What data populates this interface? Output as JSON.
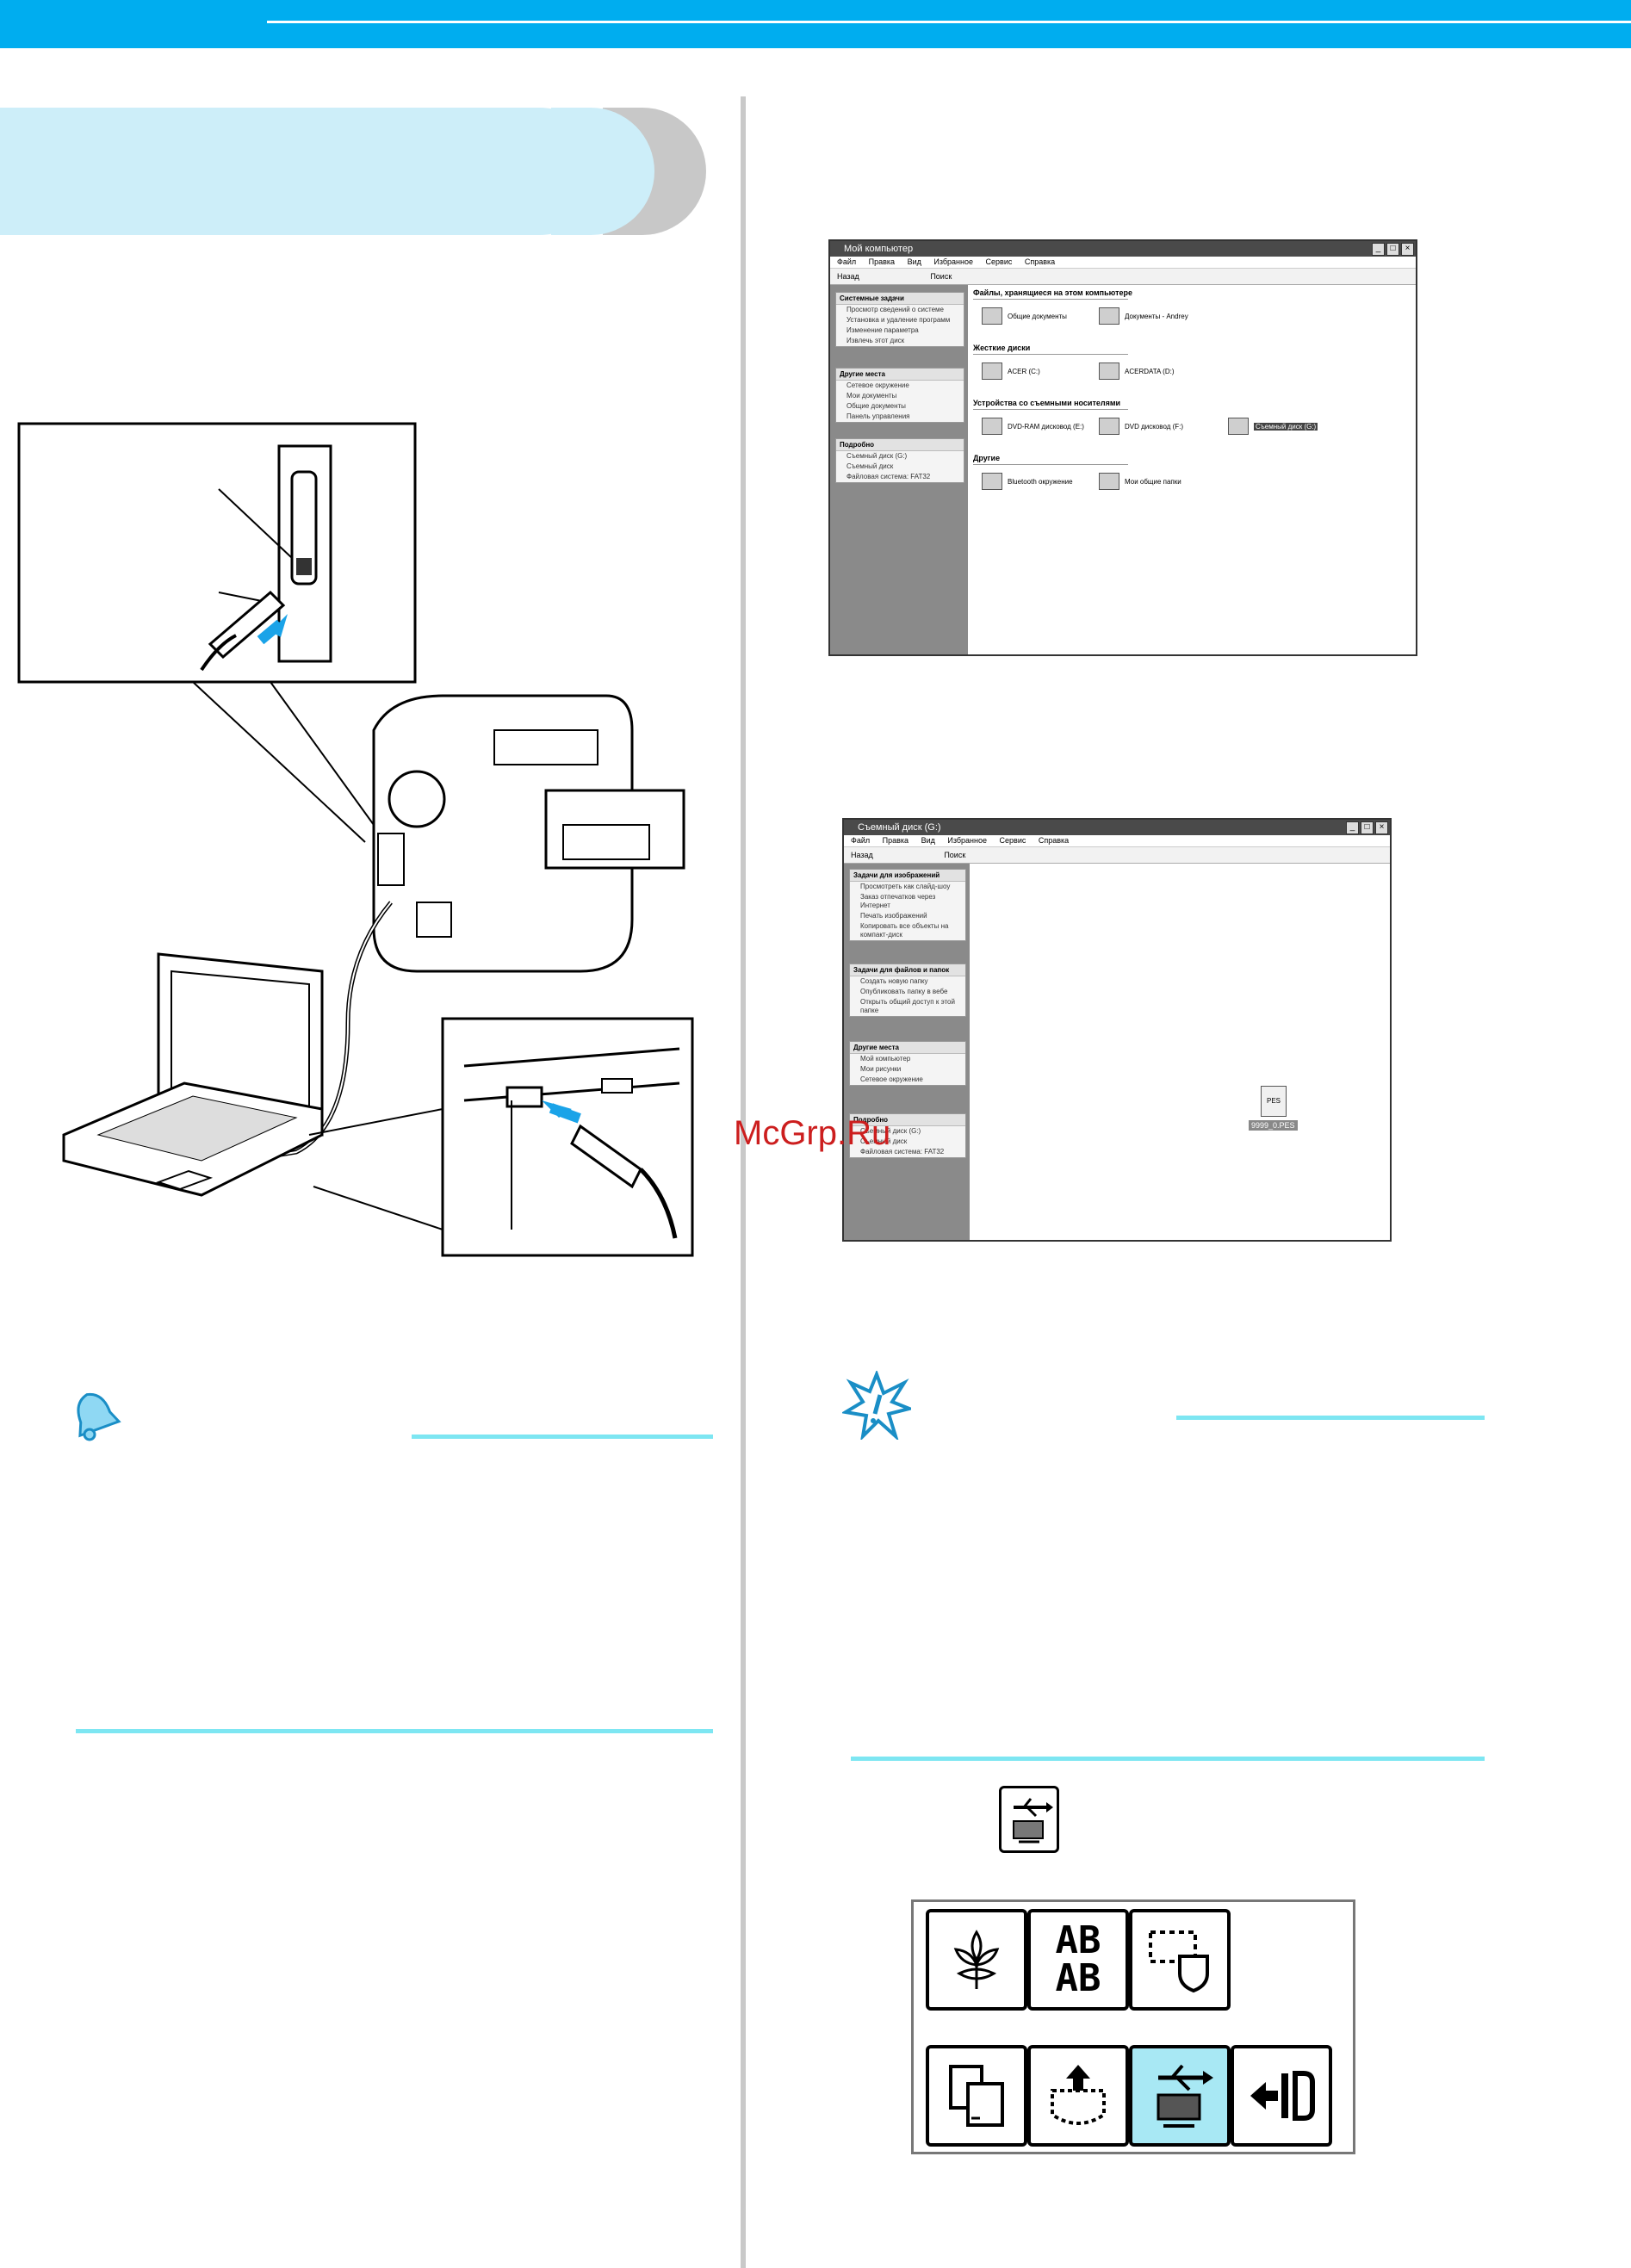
{
  "watermark": "McGrp.Ru",
  "screenshot1": {
    "title": "Мой компьютер",
    "menu": [
      "Файл",
      "Правка",
      "Вид",
      "Избранное",
      "Сервис",
      "Справка"
    ],
    "toolbar": [
      "Назад",
      "Поиск"
    ],
    "panels": [
      {
        "header": "Системные задачи",
        "items": [
          "Просмотр сведений о системе",
          "Установка и удаление программ",
          "Изменение параметра",
          "Извлечь этот диск"
        ]
      },
      {
        "header": "Другие места",
        "items": [
          "Сетевое окружение",
          "Мои документы",
          "Общие документы",
          "Панель управления"
        ]
      },
      {
        "header": "Подробно",
        "items": [
          "Съемный диск (G:)",
          "Съемный диск",
          "Файловая система: FAT32"
        ]
      }
    ],
    "groups": [
      {
        "label": "Файлы, хранящиеся на этом компьютере",
        "items": [
          "Общие документы",
          "Документы - Andrey"
        ]
      },
      {
        "label": "Жесткие диски",
        "items": [
          "ACER (C:)",
          "ACERDATA (D:)"
        ]
      },
      {
        "label": "Устройства со съемными носителями",
        "items": [
          "DVD-RAM дисковод (E:)",
          "DVD дисковод (F:)",
          "Съемный диск (G:)"
        ]
      },
      {
        "label": "Другие",
        "items": [
          "Bluetooth окружение",
          "Мои общие папки"
        ]
      }
    ]
  },
  "screenshot2": {
    "title": "Съемный диск (G:)",
    "menu": [
      "Файл",
      "Правка",
      "Вид",
      "Избранное",
      "Сервис",
      "Справка"
    ],
    "toolbar": [
      "Назад",
      "Поиск"
    ],
    "panels": [
      {
        "header": "Задачи для изображений",
        "items": [
          "Просмотреть как слайд-шоу",
          "Заказ отпечатков через Интернет",
          "Печать изображений",
          "Копировать все объекты на компакт-диск"
        ]
      },
      {
        "header": "Задачи для файлов и папок",
        "items": [
          "Создать новую папку",
          "Опубликовать папку в вебе",
          "Открыть общий доступ к этой папке"
        ]
      },
      {
        "header": "Другие места",
        "items": [
          "Мой компьютер",
          "Мои рисунки",
          "Сетевое окружение"
        ]
      },
      {
        "header": "Подробно",
        "items": [
          "Съемный диск (G:)",
          "Съемный диск",
          "Файловая система: FAT32"
        ]
      }
    ],
    "file_label": "9999_0.PES",
    "file_icon_text": "PES"
  },
  "lcd_keys": [
    "",
    "AB\nAB",
    "",
    "",
    "",
    "",
    "",
    ""
  ]
}
